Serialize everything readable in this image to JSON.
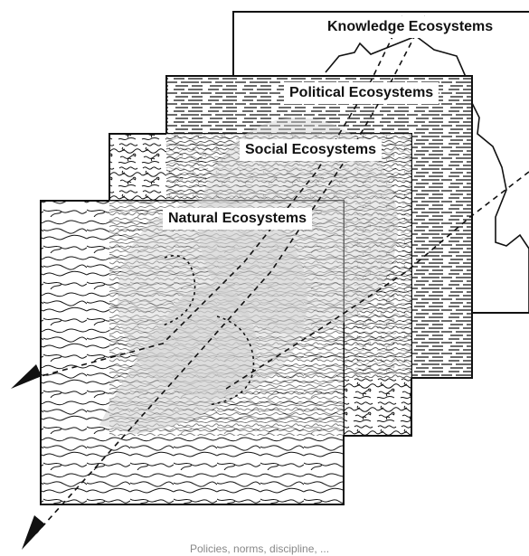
{
  "layers": [
    {
      "key": "knowledge",
      "label": "Knowledge Ecosystems",
      "pattern": "map-outline"
    },
    {
      "key": "political",
      "label": "Political Ecosystems",
      "pattern": "horizontal-dashes"
    },
    {
      "key": "social",
      "label": "Social Ecosystems",
      "pattern": "squiggles"
    },
    {
      "key": "natural",
      "label": "Natural Ecosystems",
      "pattern": "contour-lines"
    }
  ],
  "bottom_caption": "Policies, norms, discipline, ...",
  "colors": {
    "line": "#111111",
    "highlight": "#cccccc",
    "background": "#ffffff"
  }
}
